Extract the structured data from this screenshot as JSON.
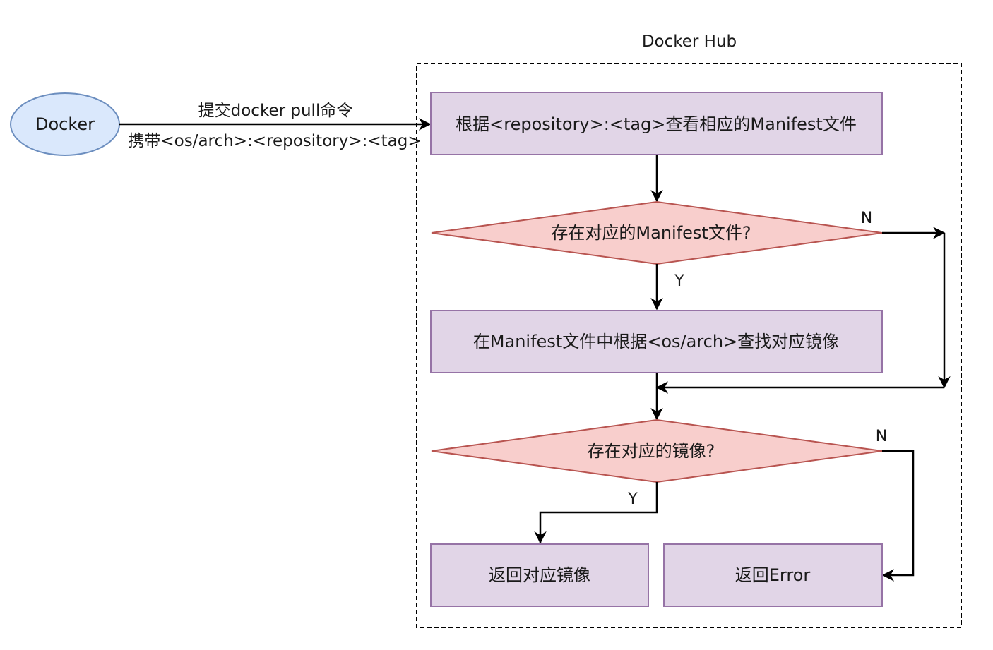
{
  "diagram": {
    "container": {
      "label": "Docker Hub",
      "stroke_color": "#000000"
    },
    "nodes": {
      "docker": {
        "label": "Docker",
        "shape": "ellipse",
        "fill": "#dae8fc",
        "stroke": "#6c8ebf"
      },
      "lookup_manifest": {
        "label": "根据<repository>:<tag>查看相应的Manifest文件",
        "shape": "rectangle",
        "fill": "#e1d5e7",
        "stroke": "#9673a6"
      },
      "manifest_exists": {
        "label": "存在对应的Manifest文件?",
        "shape": "diamond",
        "fill": "#f8cecc",
        "stroke": "#b85450"
      },
      "find_image": {
        "label": "在Manifest文件中根据<os/arch>查找对应镜像",
        "shape": "rectangle",
        "fill": "#e1d5e7",
        "stroke": "#9673a6"
      },
      "image_exists": {
        "label": "存在对应的镜像?",
        "shape": "diamond",
        "fill": "#f8cecc",
        "stroke": "#b85450"
      },
      "return_image": {
        "label": "返回对应镜像",
        "shape": "rectangle",
        "fill": "#e1d5e7",
        "stroke": "#9673a6"
      },
      "return_error": {
        "label": "返回Error",
        "shape": "rectangle",
        "fill": "#e1d5e7",
        "stroke": "#9673a6"
      }
    },
    "edges": {
      "request": {
        "line1": "提交docker pull命令",
        "line2": "携带<os/arch>:<repository>:<tag>"
      },
      "manifest_yes": "Y",
      "manifest_no": "N",
      "image_yes": "Y",
      "image_no": "N"
    }
  }
}
